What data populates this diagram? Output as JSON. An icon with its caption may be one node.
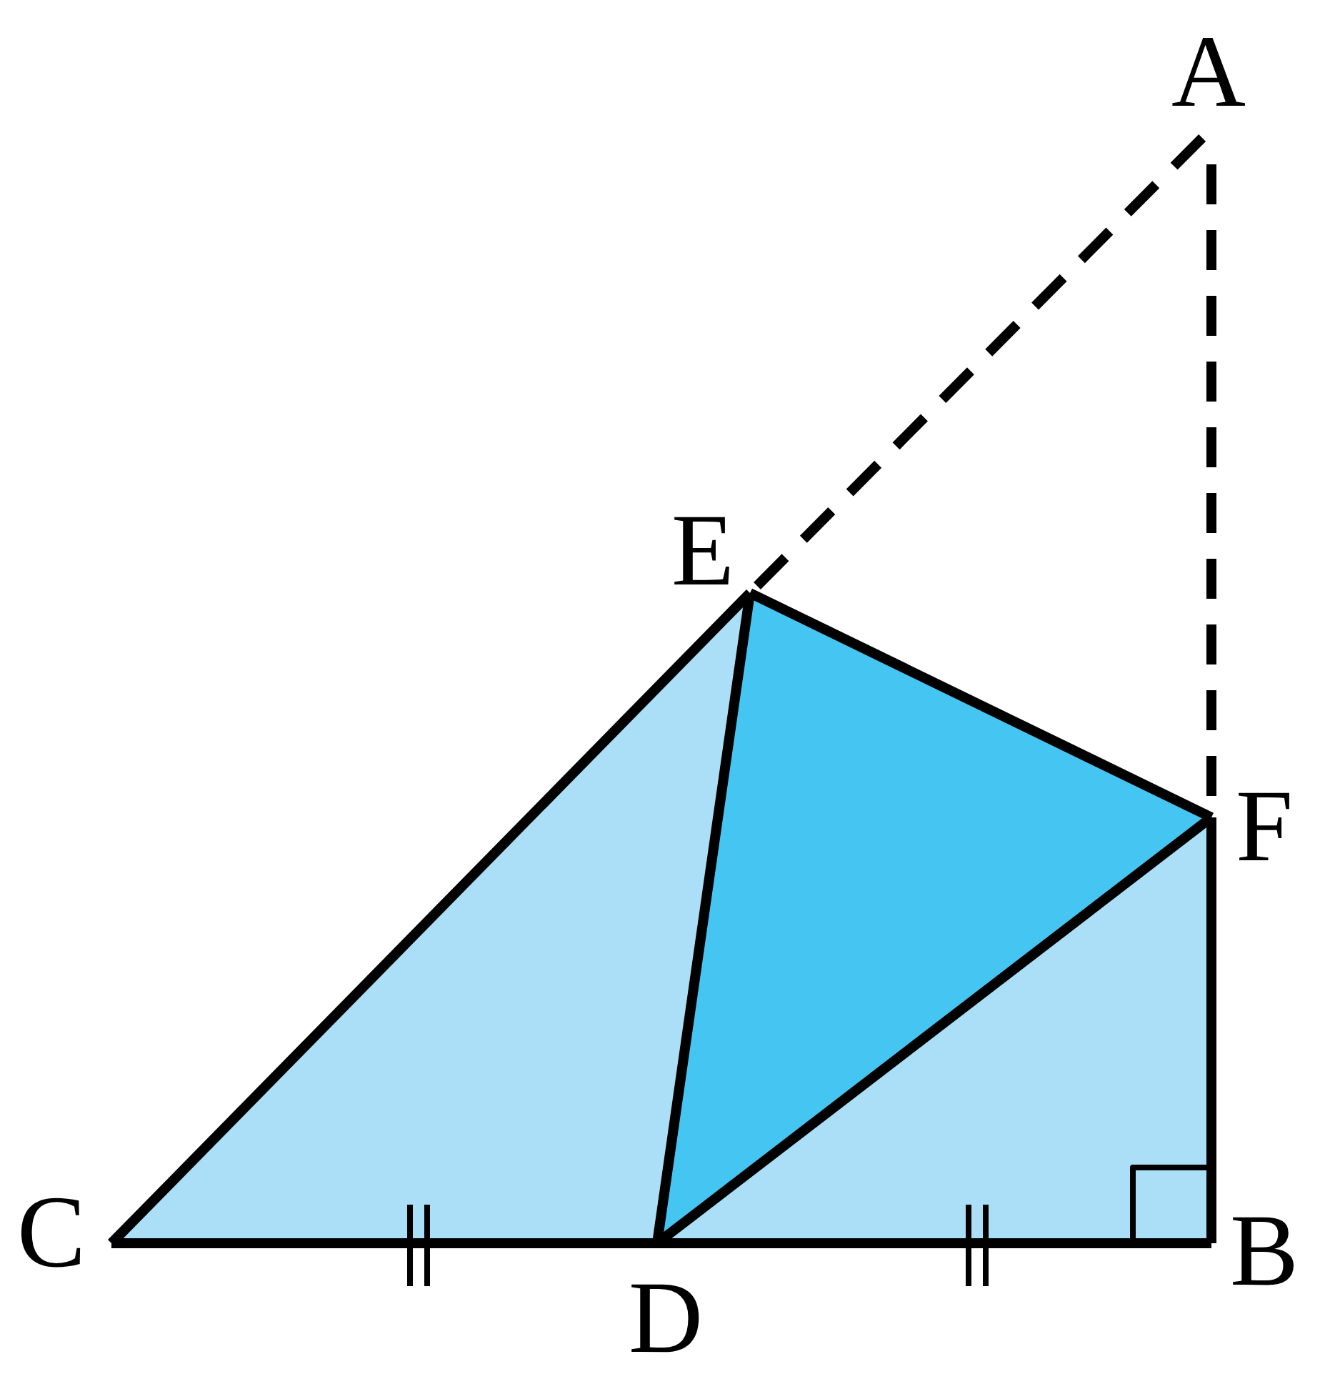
{
  "diagram": {
    "labels": [
      "A",
      "E",
      "F",
      "C",
      "B",
      "D"
    ]
  }
}
